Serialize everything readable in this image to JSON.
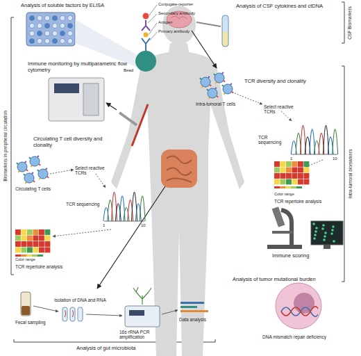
{
  "diagram": {
    "labels": [
      "Analysis of soluble factors by ELISA",
      "Conjugate-reporter",
      "Secondary antibody",
      "Antigen",
      "Primary antibody",
      "Bead",
      "Analysis of CSF cytokines and ctDNA",
      "CSF Biomarkers",
      "Immune monitoring by multiparametric flow cytometry",
      "TCR diversity and clonality",
      "Intra-tumoral T cells",
      "Select reactive TCRs",
      "TCR sequencing",
      "1",
      "10",
      "Color range",
      "TCR repertoire analysis",
      "Intra-tumoral biomarkers",
      "Circulating T cell diversity and clonality",
      "Circulating T cells",
      "Select reactive TCRs",
      "TCR sequencing",
      "1",
      "10",
      "Biomarkers in peripheral circulation",
      "Color range",
      "TCR repertoire analysis",
      "Immune scoring",
      "Analysis of tumor mutational burden",
      "DNA mismatch repair deficiency",
      "Fecal sampling",
      "Isolation of DNA and RNA",
      "16s rRNA PCR amplification",
      "Data analysis",
      "Analysis of gut microbiota"
    ]
  }
}
